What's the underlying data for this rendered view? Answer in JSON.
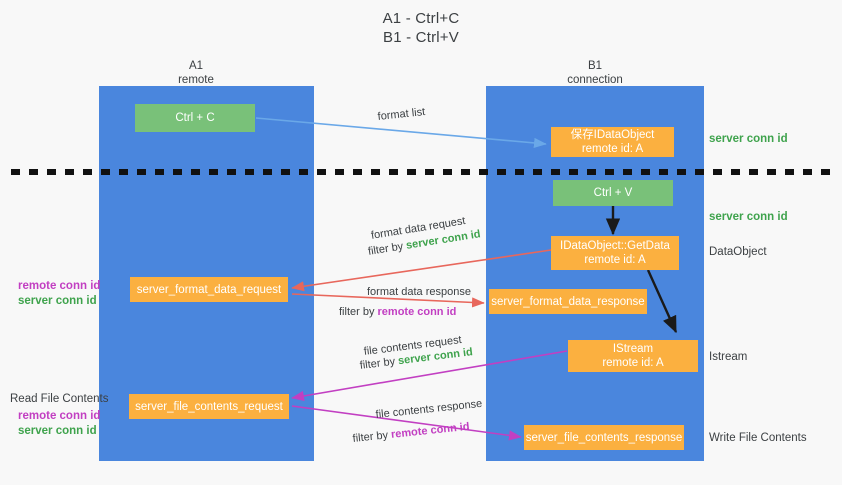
{
  "title": {
    "line1": "A1 - Ctrl+C",
    "line2": "B1 - Ctrl+V"
  },
  "columns": [
    {
      "id": "a1",
      "name": "A1",
      "sub": "remote"
    },
    {
      "id": "b1",
      "name": "B1",
      "sub": "connection"
    }
  ],
  "nodes": {
    "ctrl_c": {
      "line1": "Ctrl + C",
      "line2": ""
    },
    "save_idataobject": {
      "line1": "保存IDataObject",
      "line2": "remote id: A"
    },
    "ctrl_v": {
      "line1": "Ctrl + V",
      "line2": ""
    },
    "getdata": {
      "line1": "IDataObject::GetData",
      "line2": "remote id: A"
    },
    "format_data_request": {
      "line1": "server_format_data_request",
      "line2": ""
    },
    "format_data_response": {
      "line1": "server_format_data_response",
      "line2": ""
    },
    "istream": {
      "line1": "IStream",
      "line2": "remote id: A"
    },
    "file_contents_request": {
      "line1": "server_file_contents_request",
      "line2": ""
    },
    "file_contents_response": {
      "line1": "server_file_contents_response",
      "line2": ""
    }
  },
  "edge_labels": {
    "format_list": "format list",
    "format_data_request": "format data request",
    "format_data_req_filter_pre": "filter by ",
    "format_data_req_filter_key": "server conn id",
    "format_data_response": "format data response",
    "format_data_res_filter_pre": "filter by ",
    "format_data_res_filter_key": "remote conn id",
    "file_contents_request": "file contents request",
    "file_contents_req_filter_pre": "filter by ",
    "file_contents_req_filter_key": "server conn id",
    "file_contents_response": "file contents response",
    "file_contents_res_filter_pre": "filter by ",
    "file_contents_res_filter_key": "remote conn id"
  },
  "annotations": {
    "right_server_conn_1": "server conn id",
    "right_server_conn_2": "server conn id",
    "right_dataobject": "DataObject",
    "right_istream": "Istream",
    "right_write_file": "Write File Contents",
    "left_remote_conn_1": "remote conn id",
    "left_server_conn_1": "server conn id",
    "left_read_file": "Read File Contents",
    "left_remote_conn_2": "remote conn id",
    "left_server_conn_2": "server conn id"
  },
  "colors": {
    "column_blue": "#4a86dd",
    "node_orange": "#fbb040",
    "node_green": "#79c179",
    "arrow_lightblue": "#6aa8e8",
    "arrow_red": "#e8675c",
    "arrow_magenta": "#c23fc2",
    "arrow_black": "#1a1a1a",
    "text_green": "#3fa34d",
    "text_purple": "#c23fc2",
    "background": "#f8f8f8"
  }
}
